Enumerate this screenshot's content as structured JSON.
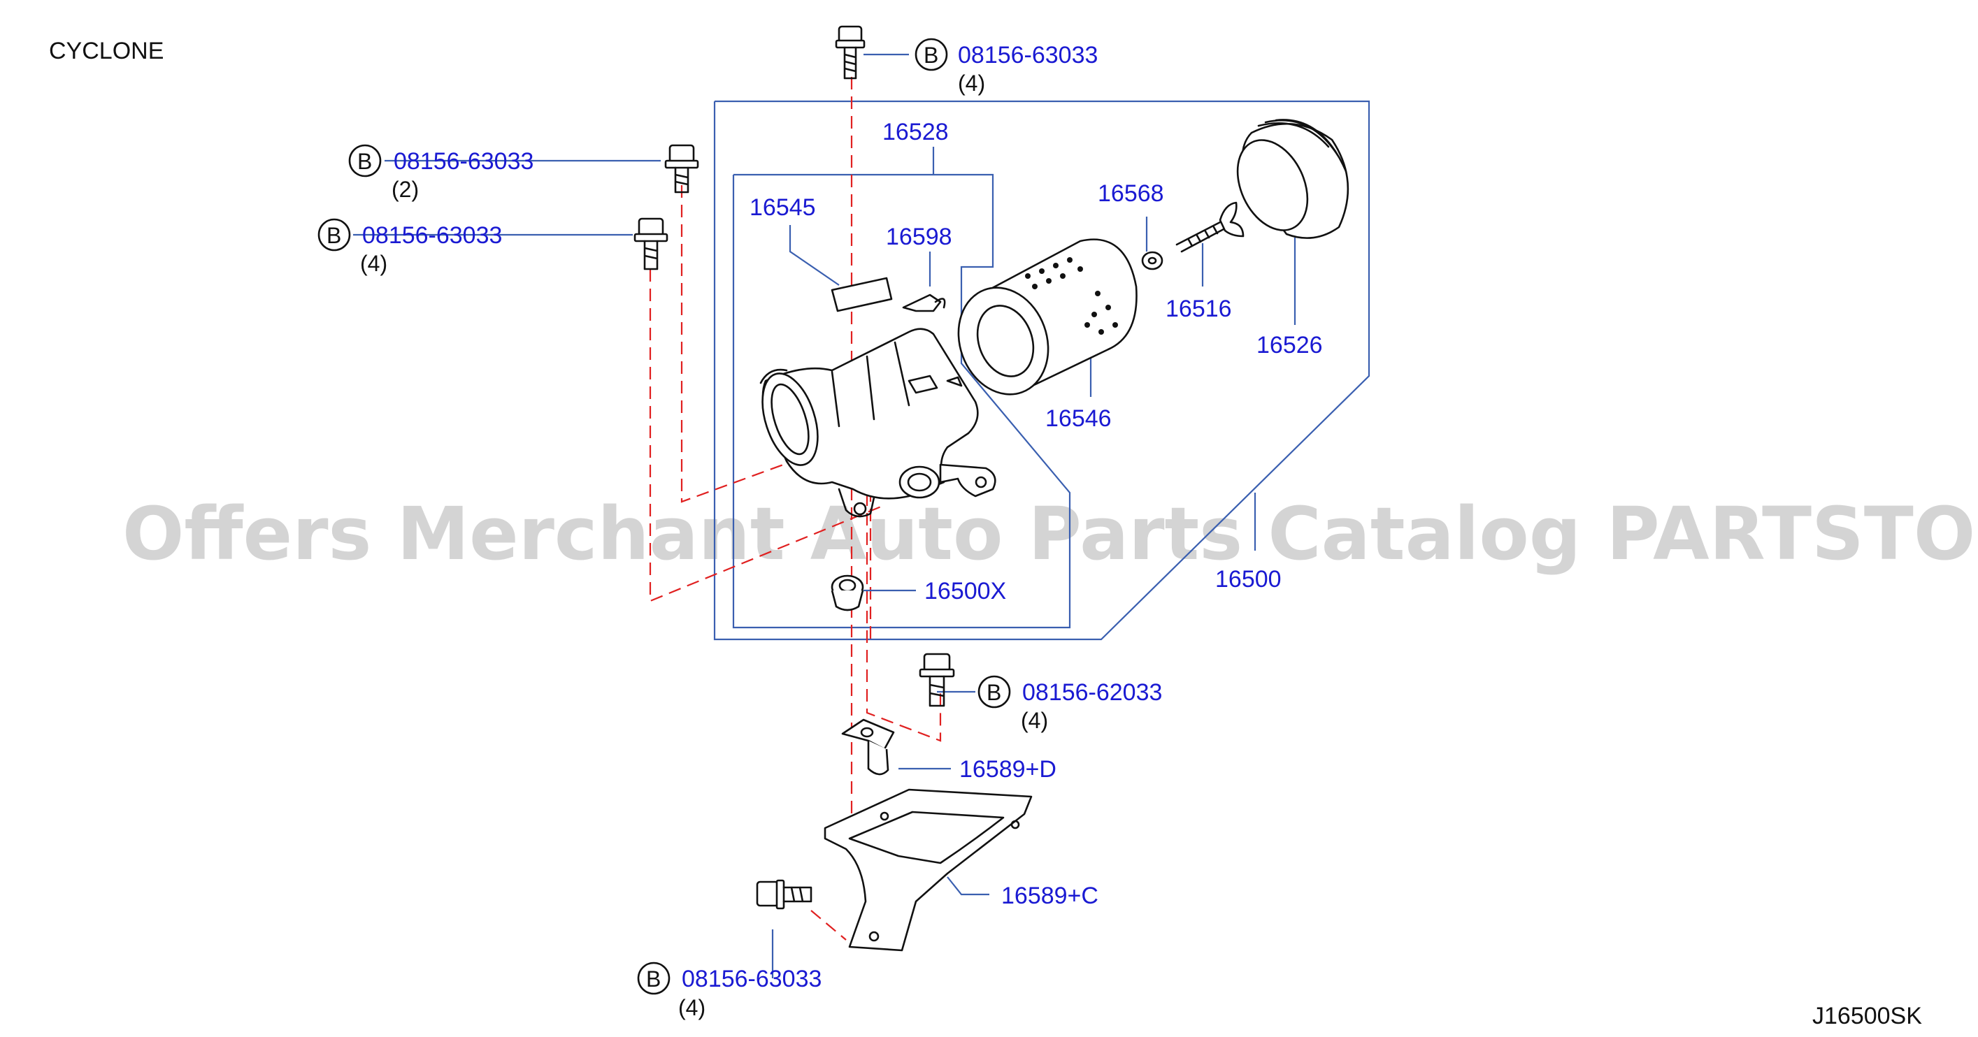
{
  "header": {
    "title": "CYCLONE"
  },
  "footer": {
    "code": "J16500SK"
  },
  "watermark": "Offers Merchant Auto Parts Catalog PARTSTORE.SA",
  "callouts": {
    "bolt_top": {
      "marker": "B",
      "part": "08156-63033",
      "qty": "(4)"
    },
    "bolt_left1": {
      "marker": "B",
      "part": "08156-63033",
      "qty": "(2)"
    },
    "bolt_left2": {
      "marker": "B",
      "part": "08156-63033",
      "qty": "(4)"
    },
    "bolt_mid": {
      "marker": "B",
      "part": "08156-62033",
      "qty": "(4)"
    },
    "bolt_bottom": {
      "marker": "B",
      "part": "08156-63033",
      "qty": "(4)"
    }
  },
  "parts": {
    "p16528": "16528",
    "p16545": "16545",
    "p16598": "16598",
    "p16568": "16568",
    "p16516": "16516",
    "p16526": "16526",
    "p16546": "16546",
    "p16500": "16500",
    "p16500x": "16500X",
    "p16589d": "16589+D",
    "p16589c": "16589+C"
  },
  "colors": {
    "part_text": "#1a1ad2",
    "leader": "#3a5fb0",
    "dash": "#e02020",
    "ink": "#111111"
  }
}
